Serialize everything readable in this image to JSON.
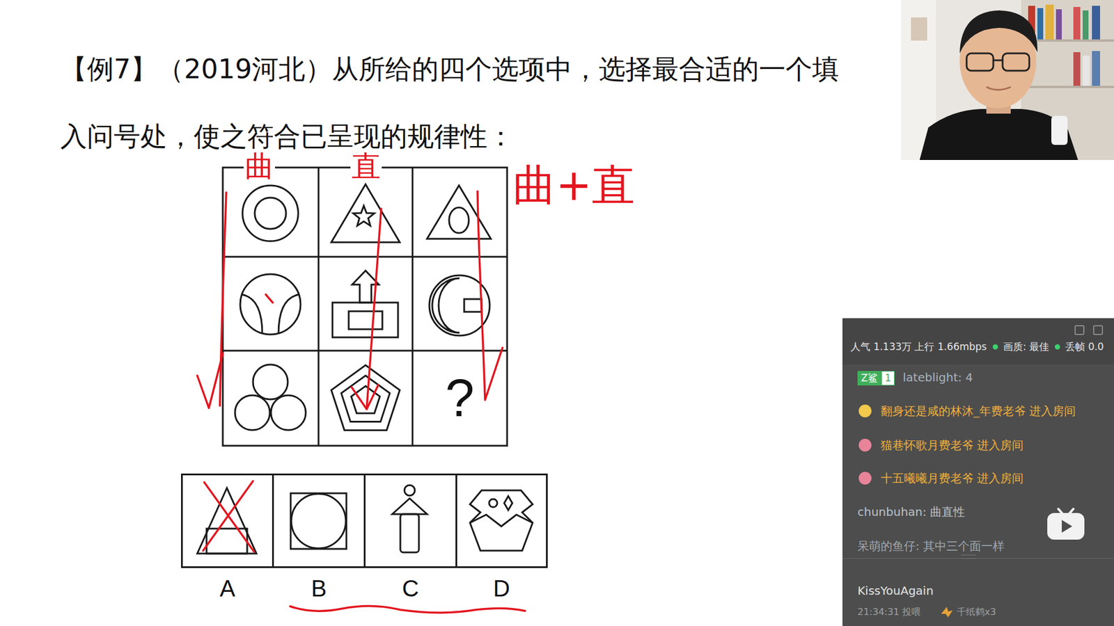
{
  "diagram": {
    "title": "【例7】（2019河北）从所给的四个选项中，选择最合适的一个填 入问号处，使之符合已呈现的规律性：",
    "nodes": [
      {
        "text": [
          "?"
        ]
      },
      {
        "text": [
          "A"
        ]
      },
      {
        "text": [
          "B"
        ]
      },
      {
        "text": [
          "C"
        ]
      },
      {
        "text": [
          "D"
        ]
      },
      {
        "text": [
          "人气 1.133万 上行 1.66mbps",
          "画质: 最佳",
          "丢帧 0.0",
          "Z鲨",
          "1",
          "lateblight: 4",
          "翻身还是咸的林沐_年费老爷 进入房间",
          "猫巷怀歌月费老爷 进入房间",
          "十五曦曦月费老爷 进入房间",
          "chunbuhan: 曲直性",
          "呆萌的鱼仔: 其中三个面一样",
          "KissYouAgain",
          "21:34:31 投喂",
          "千纸鹤x3"
        ]
      }
    ],
    "labels": [
      "曲",
      "直",
      "曲+直"
    ]
  }
}
